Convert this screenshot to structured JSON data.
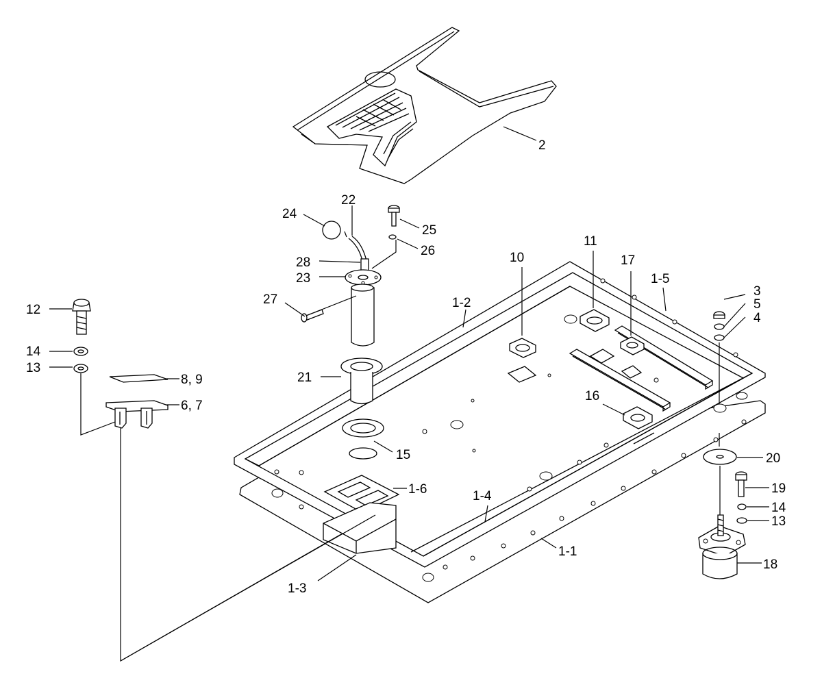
{
  "callouts": [
    {
      "id": "2",
      "text": "2"
    },
    {
      "id": "22",
      "text": "22"
    },
    {
      "id": "24",
      "text": "24"
    },
    {
      "id": "25",
      "text": "25"
    },
    {
      "id": "26",
      "text": "26"
    },
    {
      "id": "28",
      "text": "28"
    },
    {
      "id": "23",
      "text": "23"
    },
    {
      "id": "27",
      "text": "27"
    },
    {
      "id": "21",
      "text": "21"
    },
    {
      "id": "15",
      "text": "15"
    },
    {
      "id": "12",
      "text": "12"
    },
    {
      "id": "14a",
      "text": "14"
    },
    {
      "id": "13a",
      "text": "13"
    },
    {
      "id": "8-9",
      "text": "8, 9"
    },
    {
      "id": "6-7",
      "text": "6, 7"
    },
    {
      "id": "1-2",
      "text": "1-2"
    },
    {
      "id": "10",
      "text": "10"
    },
    {
      "id": "11",
      "text": "11"
    },
    {
      "id": "17",
      "text": "17"
    },
    {
      "id": "1-5",
      "text": "1-5"
    },
    {
      "id": "3",
      "text": "3"
    },
    {
      "id": "5",
      "text": "5"
    },
    {
      "id": "4",
      "text": "4"
    },
    {
      "id": "16",
      "text": "16"
    },
    {
      "id": "20",
      "text": "20"
    },
    {
      "id": "19",
      "text": "19"
    },
    {
      "id": "14b",
      "text": "14"
    },
    {
      "id": "13b",
      "text": "13"
    },
    {
      "id": "18",
      "text": "18"
    },
    {
      "id": "1-6",
      "text": "1-6"
    },
    {
      "id": "1-4",
      "text": "1-4"
    },
    {
      "id": "1-1",
      "text": "1-1"
    },
    {
      "id": "1-3",
      "text": "1-3"
    }
  ]
}
